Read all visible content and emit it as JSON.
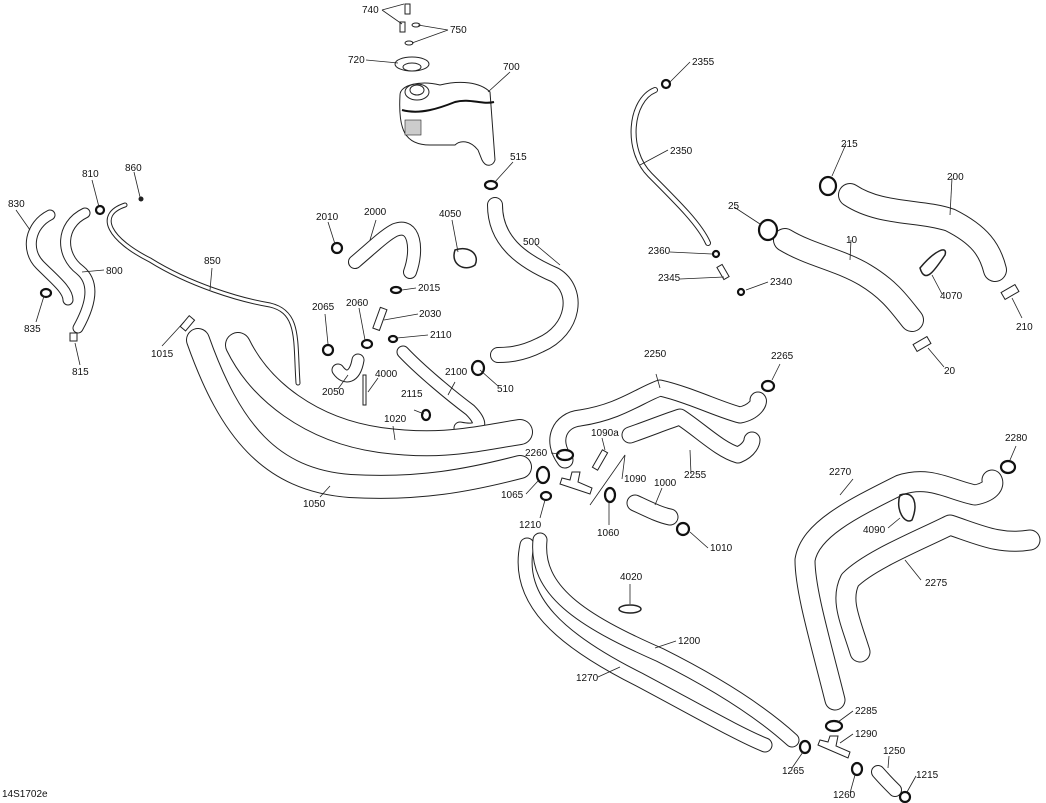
{
  "diagram": {
    "figure_id": "14S1702e",
    "title": "Cooling system parts diagram",
    "parts": [
      {
        "id": "740",
        "type": "screw"
      },
      {
        "id": "750",
        "type": "washer"
      },
      {
        "id": "720",
        "type": "cap"
      },
      {
        "id": "700",
        "type": "coolant-reservoir"
      },
      {
        "id": "515",
        "type": "clamp"
      },
      {
        "id": "500",
        "type": "hose"
      },
      {
        "id": "510",
        "type": "clamp"
      },
      {
        "id": "810",
        "type": "clamp"
      },
      {
        "id": "860",
        "type": "fitting"
      },
      {
        "id": "830",
        "type": "hose"
      },
      {
        "id": "800",
        "type": "hose"
      },
      {
        "id": "850",
        "type": "hose"
      },
      {
        "id": "835",
        "type": "clamp"
      },
      {
        "id": "815",
        "type": "fitting"
      },
      {
        "id": "1015",
        "type": "fitting"
      },
      {
        "id": "2010",
        "type": "clamp"
      },
      {
        "id": "2000",
        "type": "hose"
      },
      {
        "id": "4050",
        "type": "tie"
      },
      {
        "id": "2015",
        "type": "clamp"
      },
      {
        "id": "2060",
        "type": "clamp"
      },
      {
        "id": "2030",
        "type": "fitting"
      },
      {
        "id": "2065",
        "type": "clamp"
      },
      {
        "id": "2110",
        "type": "clamp"
      },
      {
        "id": "2050",
        "type": "hose"
      },
      {
        "id": "4000",
        "type": "tie"
      },
      {
        "id": "2100",
        "type": "hose"
      },
      {
        "id": "2115",
        "type": "clamp"
      },
      {
        "id": "1020",
        "type": "hose"
      },
      {
        "id": "1050",
        "type": "hose"
      },
      {
        "id": "2355",
        "type": "clamp"
      },
      {
        "id": "2350",
        "type": "hose"
      },
      {
        "id": "2360",
        "type": "clamp"
      },
      {
        "id": "2345",
        "type": "fitting"
      },
      {
        "id": "2340",
        "type": "clamp"
      },
      {
        "id": "215",
        "type": "clamp"
      },
      {
        "id": "200",
        "type": "hose"
      },
      {
        "id": "25",
        "type": "clamp"
      },
      {
        "id": "10",
        "type": "hose"
      },
      {
        "id": "4070",
        "type": "tie"
      },
      {
        "id": "210",
        "type": "fitting"
      },
      {
        "id": "20",
        "type": "fitting"
      },
      {
        "id": "2250",
        "type": "hose"
      },
      {
        "id": "2265",
        "type": "clamp"
      },
      {
        "id": "1090a",
        "type": "sensor"
      },
      {
        "id": "2260",
        "type": "clamp"
      },
      {
        "id": "1090",
        "type": "tee-fitting"
      },
      {
        "id": "2255",
        "type": "hose"
      },
      {
        "id": "1065",
        "type": "clamp"
      },
      {
        "id": "1210",
        "type": "clamp"
      },
      {
        "id": "1060",
        "type": "clamp"
      },
      {
        "id": "1000",
        "type": "hose"
      },
      {
        "id": "1010",
        "type": "clamp"
      },
      {
        "id": "2280",
        "type": "clamp"
      },
      {
        "id": "2270",
        "type": "hose"
      },
      {
        "id": "4090",
        "type": "tie"
      },
      {
        "id": "2275",
        "type": "hose"
      },
      {
        "id": "4020",
        "type": "tie"
      },
      {
        "id": "1200",
        "type": "hose"
      },
      {
        "id": "1270",
        "type": "hose"
      },
      {
        "id": "2285",
        "type": "clamp"
      },
      {
        "id": "1290",
        "type": "tee-fitting"
      },
      {
        "id": "1265",
        "type": "clamp"
      },
      {
        "id": "1250",
        "type": "hose"
      },
      {
        "id": "1260",
        "type": "clamp"
      },
      {
        "id": "1215",
        "type": "clamp"
      }
    ],
    "labels": {
      "p740": "740",
      "p750": "750",
      "p720": "720",
      "p700": "700",
      "p515": "515",
      "p500": "500",
      "p510": "510",
      "p810": "810",
      "p860": "860",
      "p830": "830",
      "p800": "800",
      "p850": "850",
      "p835": "835",
      "p815": "815",
      "p1015": "1015",
      "p2010": "2010",
      "p2000": "2000",
      "p4050": "4050",
      "p2015": "2015",
      "p2060": "2060",
      "p2030": "2030",
      "p2065": "2065",
      "p2110": "2110",
      "p2050": "2050",
      "p4000": "4000",
      "p2100": "2100",
      "p2115": "2115",
      "p1020": "1020",
      "p1050": "1050",
      "p2355": "2355",
      "p2350": "2350",
      "p2360": "2360",
      "p2345": "2345",
      "p2340": "2340",
      "p215": "215",
      "p200": "200",
      "p25": "25",
      "p10": "10",
      "p4070": "4070",
      "p210": "210",
      "p20": "20",
      "p2250": "2250",
      "p2265": "2265",
      "p1090a": "1090a",
      "p2260": "2260",
      "p1090": "1090",
      "p2255": "2255",
      "p1065": "1065",
      "p1210": "1210",
      "p1060": "1060",
      "p1000": "1000",
      "p1010": "1010",
      "p2280": "2280",
      "p2270": "2270",
      "p4090": "4090",
      "p2275": "2275",
      "p4020": "4020",
      "p1200": "1200",
      "p1270": "1270",
      "p2285": "2285",
      "p1290": "1290",
      "p1265": "1265",
      "p1250": "1250",
      "p1260": "1260",
      "p1215": "1215"
    }
  }
}
